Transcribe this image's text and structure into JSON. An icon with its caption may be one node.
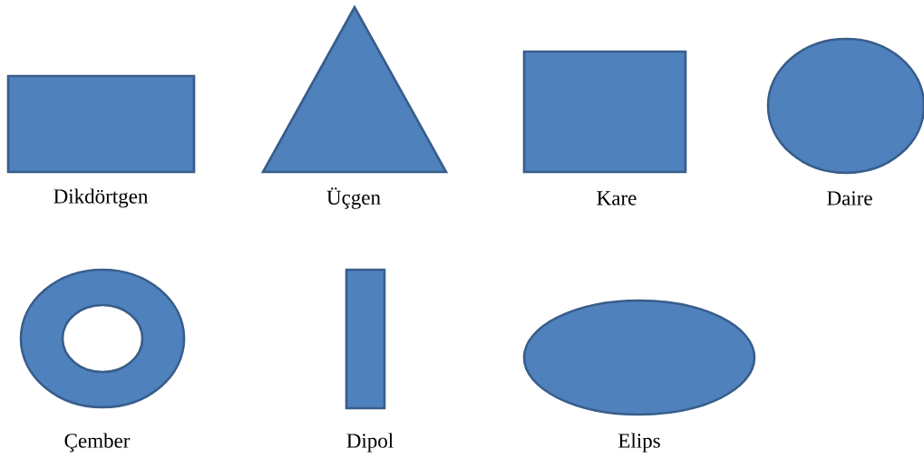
{
  "diagram": {
    "nodes": [
      {
        "text": [
          "Dikdörtgen"
        ]
      },
      {
        "text": [
          "Üçgen"
        ]
      },
      {
        "text": [
          "Kare"
        ]
      },
      {
        "text": [
          "Daire"
        ]
      },
      {
        "text": [
          "Çember"
        ]
      },
      {
        "text": [
          "Dipol"
        ]
      },
      {
        "text": [
          "Elips"
        ]
      }
    ]
  }
}
